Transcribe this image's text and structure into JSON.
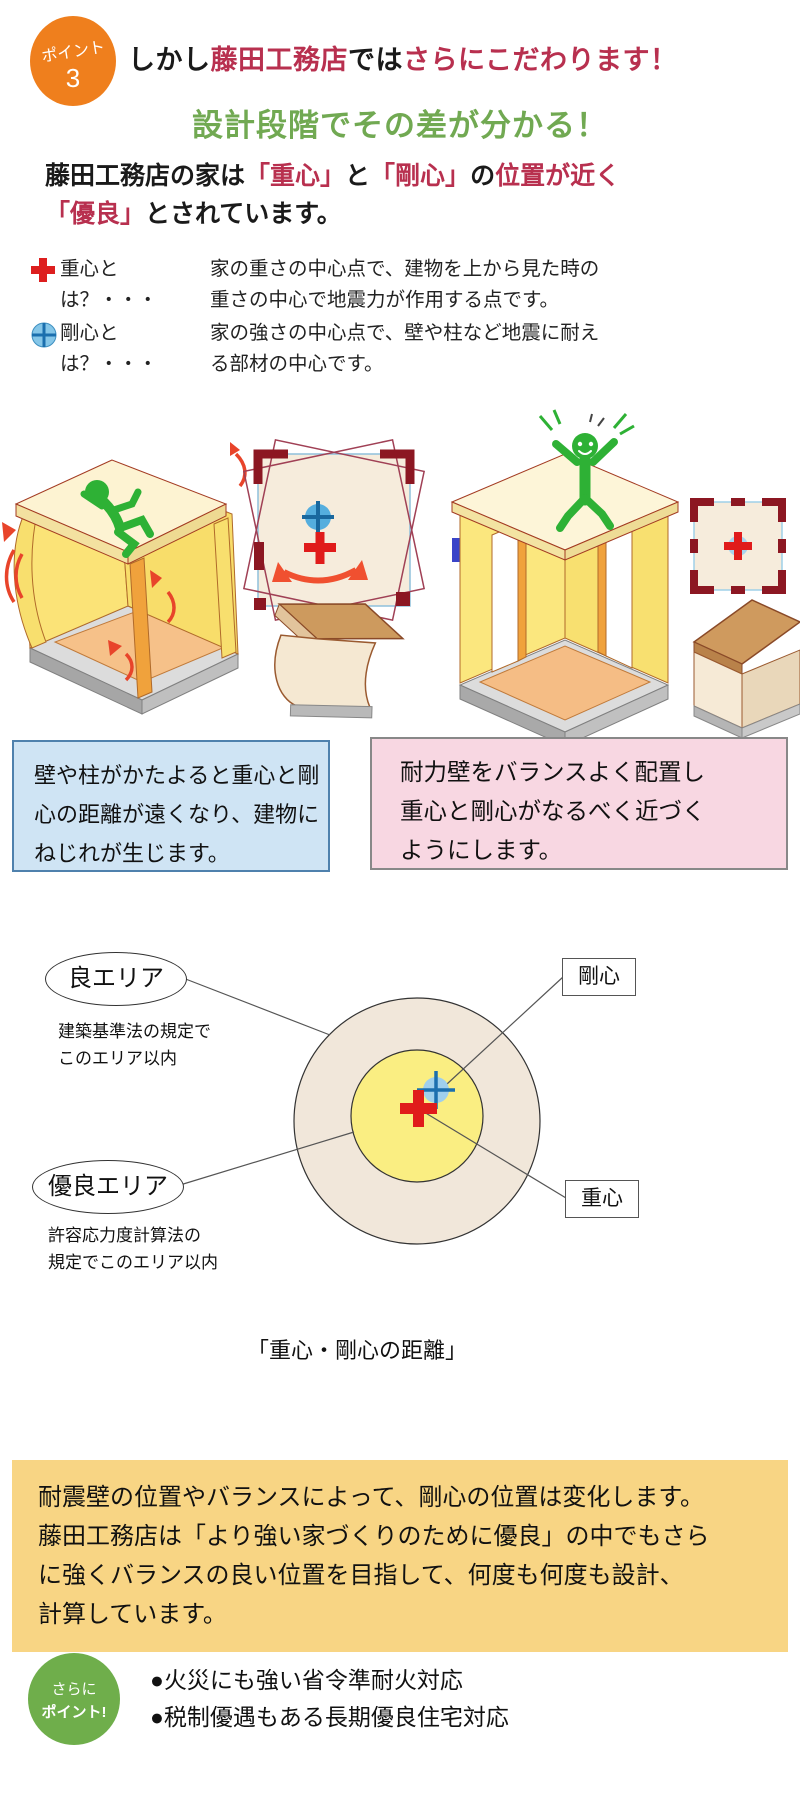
{
  "badge": {
    "top_line": "ポイント",
    "number": "3"
  },
  "headline": {
    "parts": [
      {
        "t": "しかし",
        "c": "black"
      },
      {
        "t": "藤田工務店",
        "c": "crimson"
      },
      {
        "t": "では",
        "c": "black"
      },
      {
        "t": "さらにこだわります！",
        "c": "crimson"
      }
    ]
  },
  "subheadline": "設計段階でその差が分かる！",
  "intro": {
    "line1": [
      {
        "t": "藤田工務店の家は",
        "c": "black"
      },
      {
        "t": "「重心」",
        "c": "crimson"
      },
      {
        "t": "と",
        "c": "black"
      },
      {
        "t": "「剛心」",
        "c": "crimson"
      },
      {
        "t": "の",
        "c": "black"
      },
      {
        "t": "位置が近く",
        "c": "crimson"
      }
    ],
    "line2": [
      {
        "t": "「優良」",
        "c": "crimson"
      },
      {
        "t": "とされています。",
        "c": "black"
      }
    ]
  },
  "definitions": [
    {
      "icon": "red-plus-icon",
      "term": "重心とは？・・・",
      "desc": "家の重さの中心点で、建物を上から見た時の\n重さの中心で地震力が作用する点です。"
    },
    {
      "icon": "blue-circle-plus-icon",
      "term": "剛心とは？・・・",
      "desc": "家の強さの中心点で、壁や柱など地震に耐え\nる部材の中心です。"
    }
  ],
  "callouts": {
    "left": "壁や柱がかたよると重心と剛\n心の距離が遠くなり、建物に\nねじれが生じます。",
    "right": "耐力壁をバランスよく配置し\n重心と剛心がなるべく近づく\nようにします。"
  },
  "area_diagram": {
    "good_area_label": "良エリア",
    "good_area_note": "建築基準法の規定で\nこのエリア以内",
    "excellent_area_label": "優良エリア",
    "excellent_area_note": "許容応力度計算法の\n規定でこのエリア以内",
    "rigidity_label": "剛心",
    "gravity_label": "重心",
    "caption": "「重心・剛心の距離」"
  },
  "highlight": {
    "text": "耐震壁の位置やバランスによって、剛心の位置は変化します。\n藤田工務店は「より強い家づくりのために優良」の中でもさら\nに強くバランスの良い位置を目指して、何度も何度も設計、\n計算しています。"
  },
  "footer": {
    "badge_line1": "さらに",
    "badge_line2": "ポイント!",
    "bullets": [
      "●火災にも強い省令準耐火対応",
      "●税制優遇もある長期優良住宅対応"
    ]
  },
  "colors": {
    "badge_orange": "#ef7f1d",
    "crimson_text": "#b8304f",
    "green_heading": "#71a952",
    "red_plus": "#dd1f1f",
    "blue_plus": "#1b6fae",
    "arrow_blue": "#3a44c8",
    "callout_blue_bg": "#cfe4f4",
    "callout_pink_bg": "#f8d7e2",
    "highlight_bg": "#f8d584",
    "footer_badge_green": "#6fae4b",
    "outer_circle_fill": "#f1e7da",
    "inner_circle_fill": "#faee82"
  }
}
